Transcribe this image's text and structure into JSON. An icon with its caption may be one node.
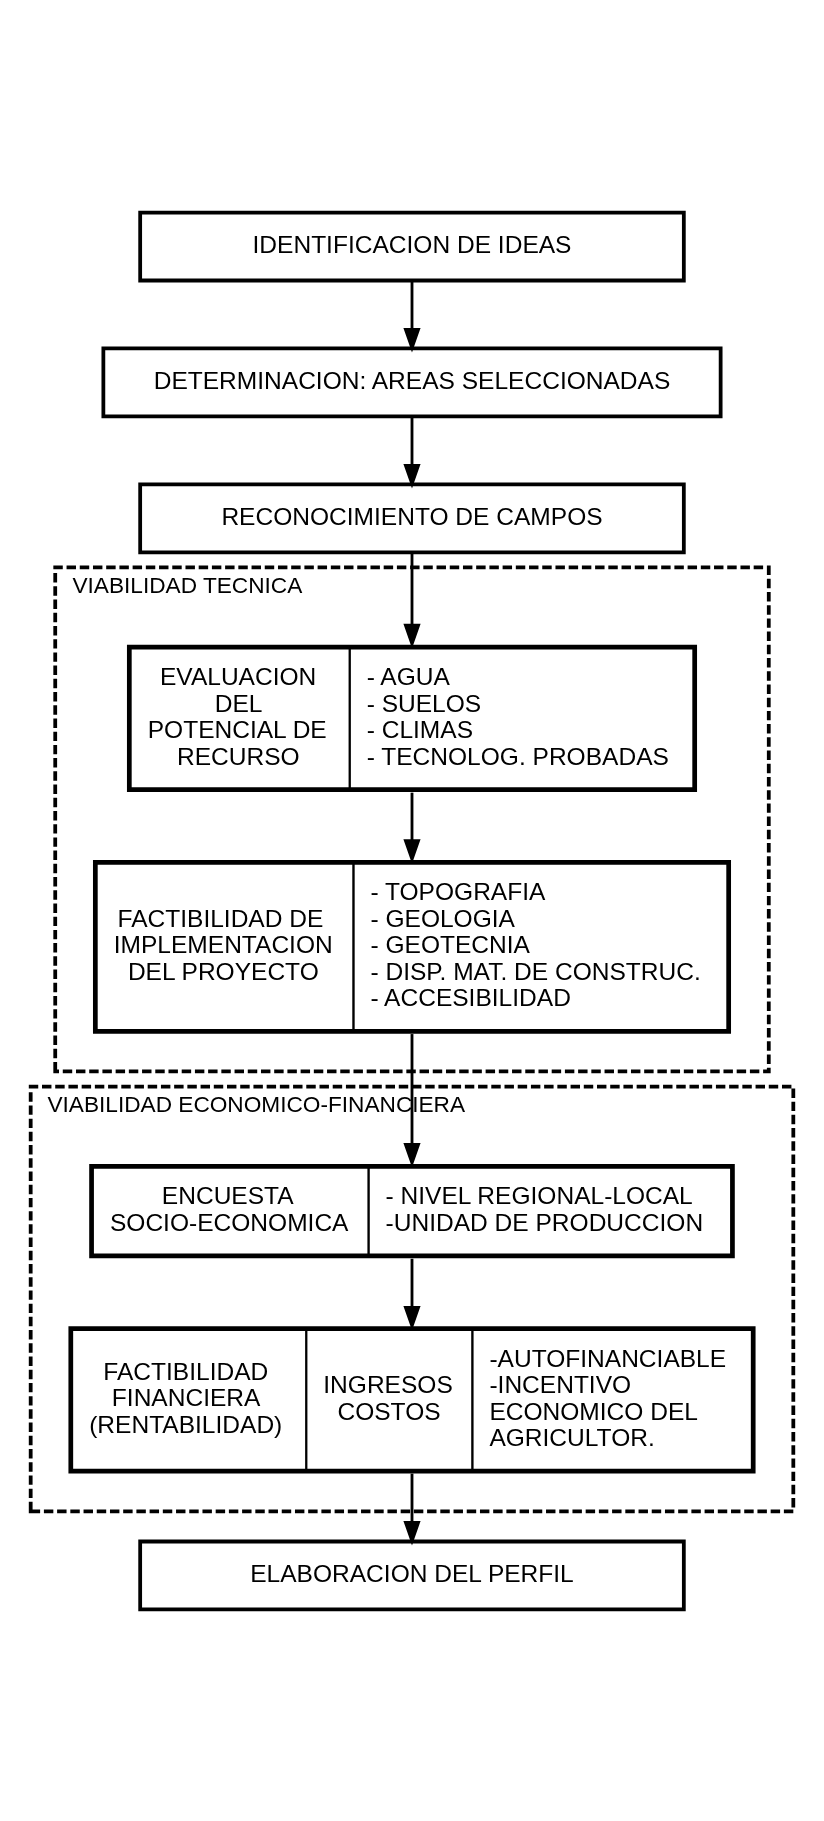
{
  "diagram": {
    "nodes": [
      {
        "text": [
          "IDENTIFICACION DE IDEAS"
        ]
      },
      {
        "text": [
          "DETERMINACION: AREAS SELECCIONADAS"
        ]
      },
      {
        "text": [
          "RECONOCIMIENTO DE CAMPOS"
        ]
      },
      {
        "text": [
          "VIABILIDAD TECNICA"
        ]
      },
      {
        "text": [
          "EVALUACION DEL POTENCIAL DE RECURSO",
          "- AGUA",
          "- SUELOS",
          "- CLIMAS",
          "- TECNOLOG. PROBADAS"
        ],
        "in": 3
      },
      {
        "text": [
          "FACTIBILIDAD DE IMPLEMENTACION DEL PROYECTO",
          "- TOPOGRAFIA",
          "- GEOLOGIA",
          "- GEOTECNIA",
          "- DISP. MAT. DE CONSTRUC.",
          "- ACCESIBILIDAD"
        ],
        "in": 3
      },
      {
        "text": [
          "VIABILIDAD ECONOMICO-FINANCIERA"
        ]
      },
      {
        "text": [
          "ENCUESTA SOCIO-ECONOMICA",
          "- NIVEL REGIONAL-LOCAL",
          "-UNIDAD DE PRODUCCION"
        ],
        "in": 6
      },
      {
        "text": [
          "FACTIBILIDAD FINANCIERA (RENTABILIDAD)",
          "INGRESOS COSTOS",
          "-AUTOFINANCIABLE",
          "-INCENTIVO ECONOMICO DEL AGRICULTOR."
        ],
        "in": 6
      },
      {
        "text": [
          "ELABORACION DEL PERFIL"
        ]
      }
    ],
    "edges": [
      {
        "from": 0,
        "to": 1,
        "arrow": "to"
      },
      {
        "from": 1,
        "to": 2,
        "arrow": "to"
      },
      {
        "from": 2,
        "to": 4,
        "arrow": "to"
      },
      {
        "from": 4,
        "to": 5,
        "arrow": "to"
      },
      {
        "from": 5,
        "to": 7,
        "arrow": "to"
      },
      {
        "from": 7,
        "to": 8,
        "arrow": "to"
      },
      {
        "from": 8,
        "to": 9,
        "arrow": "to"
      }
    ]
  }
}
